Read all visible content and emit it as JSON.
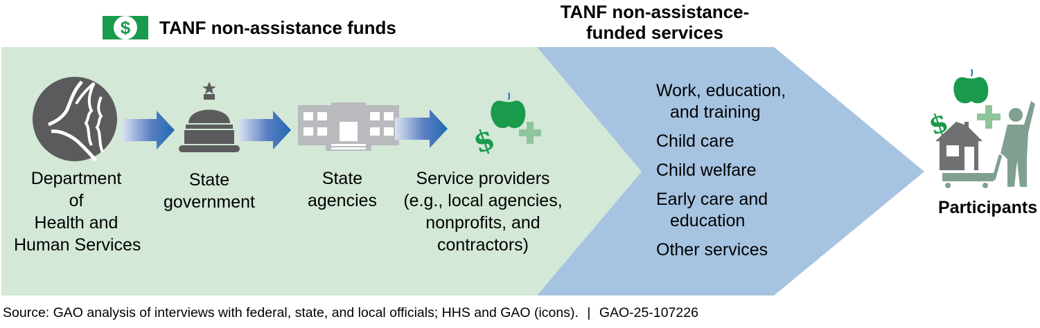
{
  "colors": {
    "funds_panel": "#d3e8d7",
    "services_panel": "#a6c4e1",
    "arrow_blue": "#1f68b2",
    "icon_gray": "#5b5b5d",
    "building_gray": "#b9babd",
    "money_green": "#1a9a4c",
    "plus_green": "#8fc59b",
    "person_green": "#7fa08e"
  },
  "header": {
    "funds_title": "TANF non-assistance funds",
    "funds_icon": "dollar-bill-icon",
    "services_title_line1": "TANF non-assistance-",
    "services_title_line2": "funded services"
  },
  "flow": [
    {
      "icon": "hhs-logo-icon",
      "lines": [
        "Department",
        "of",
        "Health and",
        "Human Services"
      ]
    },
    {
      "icon": "capitol-dome-icon",
      "lines": [
        "State",
        "government"
      ]
    },
    {
      "icon": "state-building-icon",
      "lines": [
        "State",
        "agencies"
      ]
    },
    {
      "icon": "services-bundle-icon",
      "lines": [
        "Service providers",
        "(e.g., local agencies,",
        "nonprofits, and",
        "contractors)"
      ]
    }
  ],
  "services": [
    {
      "line1": "Work, education,",
      "line2": "and training"
    },
    {
      "line1": "Child care"
    },
    {
      "line1": "Child welfare"
    },
    {
      "line1": "Early care and",
      "line2": "education"
    },
    {
      "line1": "Other services"
    }
  ],
  "participants": {
    "icon": "participant-with-wagon-icon",
    "label": "Participants"
  },
  "footer": {
    "source": "Source: GAO analysis of interviews with federal, state, and local officials; HHS and GAO (icons).",
    "separator": "|",
    "report_id": "GAO-25-107226"
  }
}
